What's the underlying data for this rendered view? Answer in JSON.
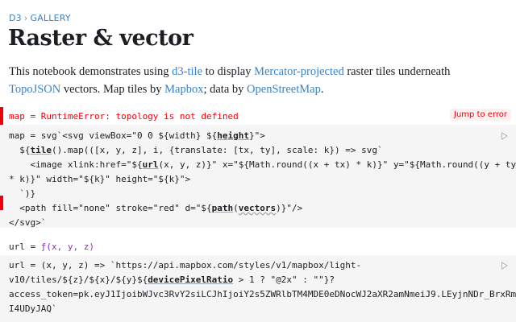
{
  "breadcrumb": {
    "root": "D3",
    "separator": "›",
    "section": "GALLERY"
  },
  "page": {
    "title": "Raster & vector",
    "intro": {
      "t1": "This notebook demonstrates using ",
      "link1": "d3-tile",
      "t2": " to display ",
      "link2": "Mercator-projected",
      "t3": " raster tiles underneath ",
      "link3": "TopoJSON",
      "t4": " vectors. Map tiles by ",
      "link4": "Mapbox",
      "t5": "; data by ",
      "link5": "OpenStreetMap",
      "t6": "."
    }
  },
  "error_cell": {
    "text": "map = RuntimeError: topology is not defined",
    "jump_label": "Jump to error"
  },
  "map_cell": {
    "l1a": "map = svg`<svg viewBox=\"0 0 ${width} ${",
    "l1b": "height",
    "l1c": "}\">",
    "l2a": "  ${",
    "l2b": "tile",
    "l2c": "().map(([x, y, z], i, {translate: [tx, ty], scale: k}) => svg`",
    "l3a": "    <image xlink:href=\"${",
    "l3b": "url",
    "l3c": "(x, y, z)}\" x=\"${Math.round((x + tx) * k)}\" y=\"${Math.round((y + ty)",
    "l4": "* k)}\" width=\"${k}\" height=\"${k}\">",
    "l5": "  `)}",
    "l6a": "  <path fill=\"none\" stroke=\"red\" d=\"${",
    "l6b": "path",
    "l6c": "(",
    "l6d": "vectors",
    "l6e": ")}\"/>",
    "l7": "</svg>`"
  },
  "url_output": {
    "name": "url",
    "eq": " = ",
    "value": "ƒ(x, y, z)"
  },
  "url_cell": {
    "l1": "url = (x, y, z) => `https://api.mapbox.com/styles/v1/mapbox/light-",
    "l2a": "v10/tiles/${z}/${x}/${y}${",
    "l2b": "devicePixelRatio",
    "l2c": " > 1 ? \"@2x\" : \"\"}?",
    "l3": "access_token=pk.eyJ1IjoibWJvc3RvY2siLCJhIjoiY2s5ZWRlbTM4MDE0eDNocWJ2aXR2amNmeiJ9.LEyjnNDr_BrxRm",
    "l4": "I4UDyJAQ`"
  },
  "colors": {
    "link": "#3b82c4",
    "error": "#e7040f",
    "cell_bg": "#f5f5f5"
  },
  "icons": {
    "run": "play-triangle-icon"
  }
}
